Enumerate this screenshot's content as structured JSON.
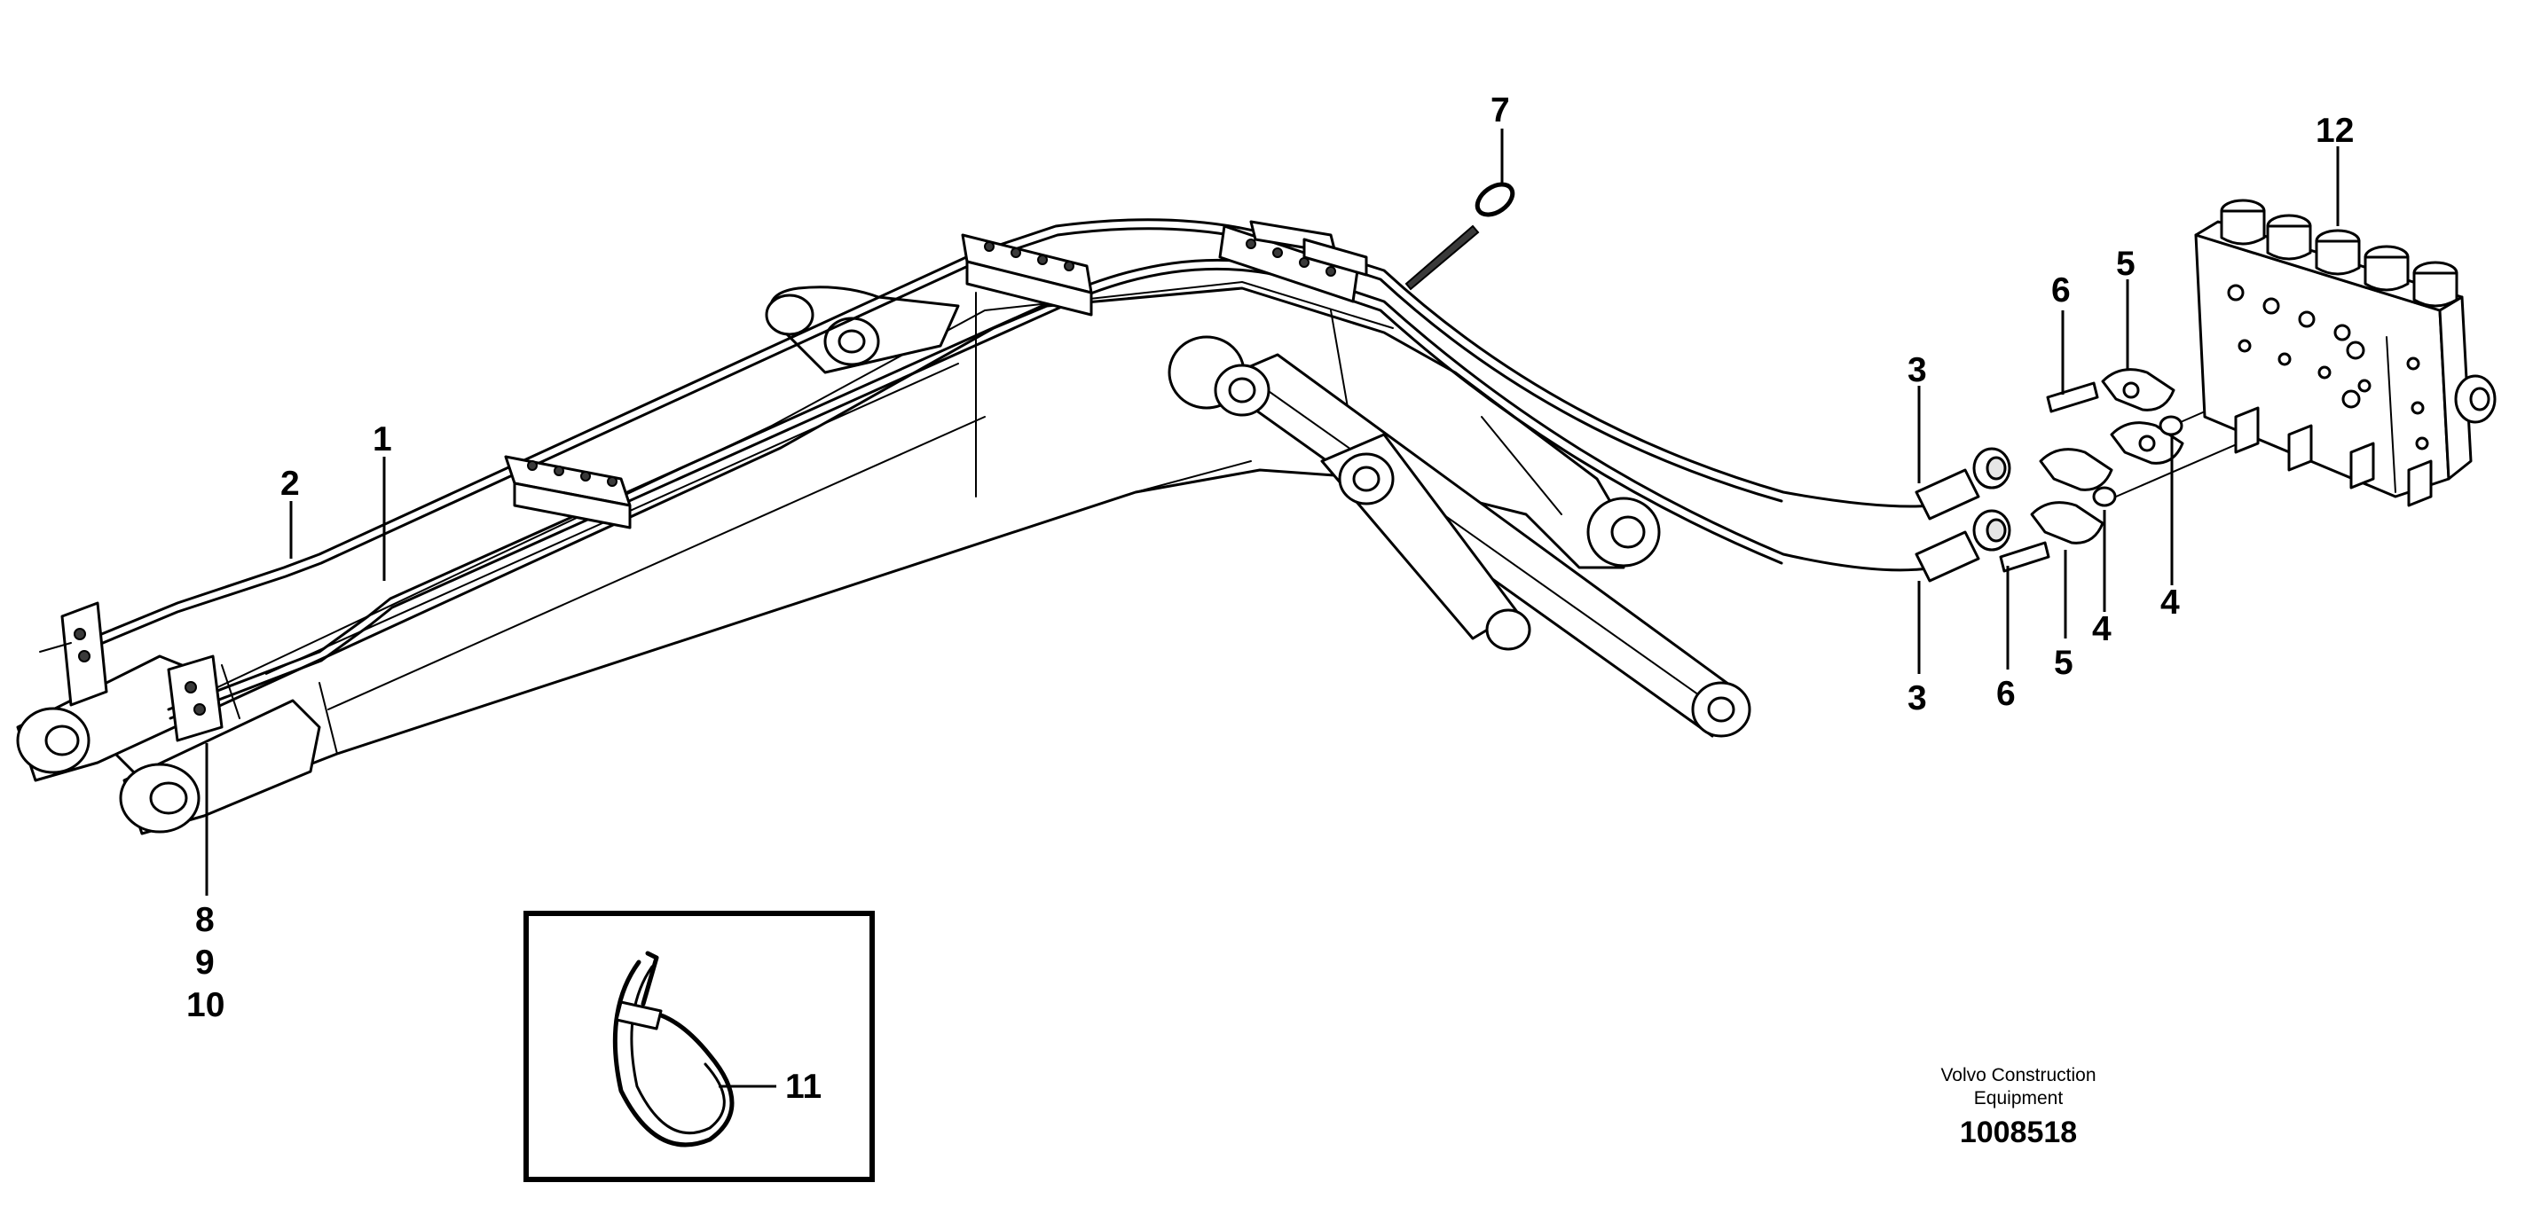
{
  "callouts": {
    "c1": "1",
    "c2": "2",
    "c3_upper": "3",
    "c3_lower": "3",
    "c4_right": "4",
    "c4_mid": "4",
    "c5_upper": "5",
    "c5_lower": "5",
    "c6_upper": "6",
    "c6_lower": "6",
    "c7": "7",
    "c8": "8",
    "c9": "9",
    "c10": "10",
    "c11": "11",
    "c12": "12"
  },
  "footer": {
    "maker_line1": "Volvo Construction",
    "maker_line2": "Equipment",
    "doc_number": "1008518"
  }
}
